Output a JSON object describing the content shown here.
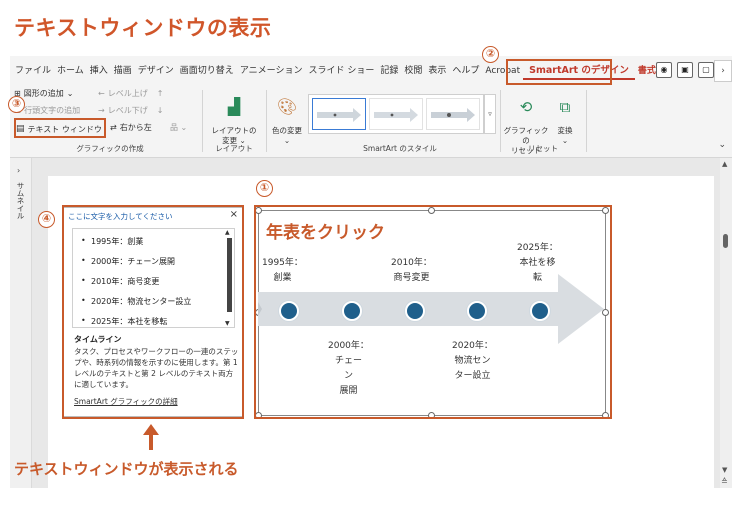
{
  "page_title": "テキストウィンドウの表示",
  "ribbon": {
    "tabs": [
      "ファイル",
      "ホーム",
      "挿入",
      "描画",
      "デザイン",
      "画面切り替え",
      "アニメーション",
      "スライド ショー",
      "記録",
      "校閲",
      "表示",
      "ヘルプ",
      "Acrobat"
    ],
    "active_tab": "SmartArt のデザイン",
    "format_tab": "書式",
    "more_label": "›",
    "graphic_create": {
      "add_shape": "図形の追加",
      "add_bullet": "行頭文字の追加",
      "text_pane": "テキスト ウィンドウ",
      "level_up": "レベル上げ",
      "level_down": "レベル下げ",
      "rtl": "右から左",
      "group_label": "グラフィックの作成"
    },
    "layout": {
      "change_layout": "レイアウトの\n変更 ⌄",
      "group_label": "レイアウト"
    },
    "styles": {
      "change_color": "色の変更\n⌄",
      "group_label": "SmartArt のスタイル"
    },
    "reset": {
      "reset_graphic": "グラフィックの\nリセット",
      "convert": "変換\n⌄",
      "group_label": "リセット"
    }
  },
  "thumbnail_pane": {
    "label": "サムネイル"
  },
  "text_pane": {
    "header": "ここに文字を入力してください",
    "close": "×",
    "items": [
      "1995年：創業",
      "2000年：チェーン展開",
      "2010年：商号変更",
      "2020年：物流センター設立",
      "2025年：本社を移転"
    ],
    "desc_title": "タイムライン",
    "desc": "タスク、プロセスやワークフローの一連のステップや、時系列の情報を示すのに使用します。第 1 レベルのテキストと第 2 レベルのテキスト両方に適しています。",
    "link": "SmartArt グラフィックの詳細"
  },
  "smartart": {
    "title": "年表をクリック",
    "top_labels": [
      "1995年：\n創業",
      "2010年：\n商号変更",
      "2025年：\n本社を移\n転"
    ],
    "bottom_labels": [
      "2000年：\nチェー\nン\n展開",
      "2020年：\n物流セン\nター設立"
    ],
    "arrow_color": "#d9dde1",
    "dot_color": "#1f5f8b"
  },
  "annotations": {
    "badges": [
      "①",
      "②",
      "③",
      "④"
    ],
    "callout": "テキストウィンドウが表示される",
    "accent_color": "#c85a2b"
  }
}
